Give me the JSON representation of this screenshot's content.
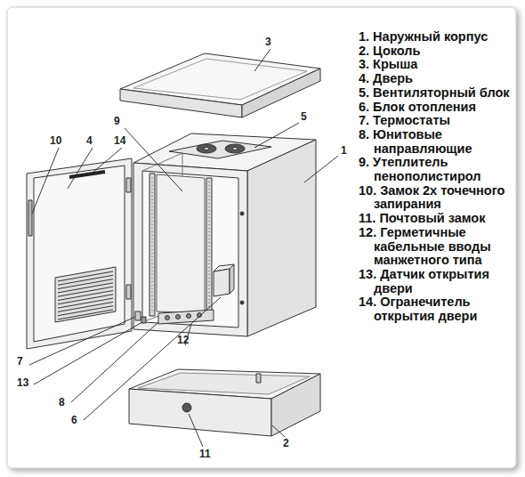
{
  "diagram": {
    "labels": [
      "1. Наружный корпус",
      "2. Цоколь",
      "3. Крыша",
      "4. Дверь",
      "5. Вентиляторный блок",
      "6. Блок отопления",
      "7. Термостаты",
      "8. Юнитовые направляющие",
      "9. Утеплитель пенополистирол",
      "10. Замок 2х точечного запирания",
      "11. Почтовый замок",
      "12. Герметичные кабельные вводы манжетного типа",
      "13. Датчик открытия двери",
      "14. Огранечитель открытия двери",
      "3",
      "5",
      "9",
      "10",
      "4",
      "14",
      "1",
      "7",
      "13",
      "8",
      "6",
      "12",
      "11",
      "2"
    ]
  }
}
